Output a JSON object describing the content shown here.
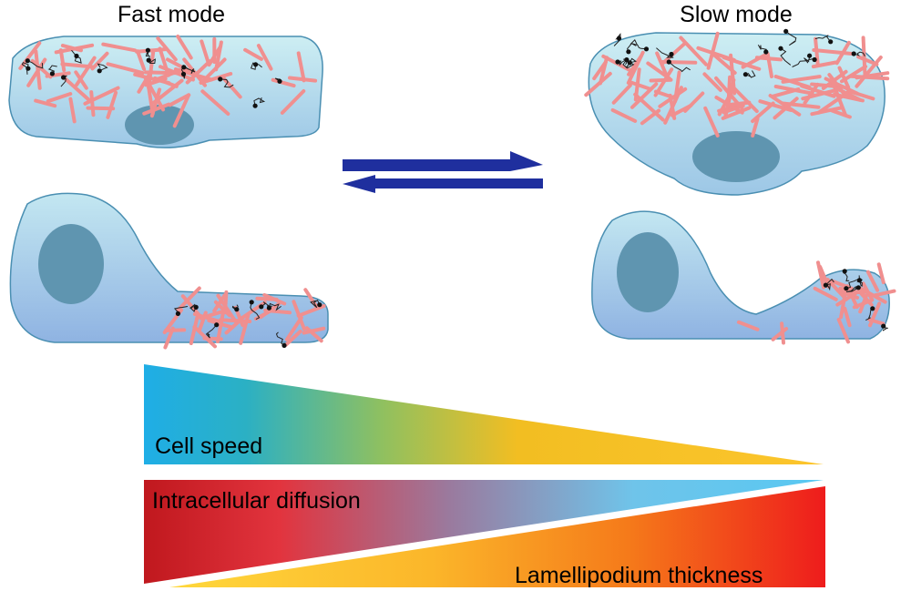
{
  "titles": {
    "fast": "Fast mode",
    "slow": "Slow mode"
  },
  "bars": {
    "speed": "Cell speed",
    "diffusion": "Intracellular diffusion",
    "thickness": "Lamellipodium thickness"
  },
  "colors": {
    "cell_fill_top": "#c8ecf2",
    "cell_fill_bottom": "#8fb8e0",
    "cell_stroke": "#4a8fb2",
    "nucleus": "#5f95b0",
    "actin": "#f08f8f",
    "arrow": "#1f2f9e",
    "speed_gradient": [
      "#1faee6",
      "#29afc0",
      "#9cc458",
      "#f6c01f",
      "#fcc229"
    ],
    "diffusion_gradient": [
      "#c0181e",
      "#e33b45",
      "#9a7da0",
      "#6ec3ea",
      "#58c8f2"
    ],
    "thickness_gradient": [
      "#ffd23a",
      "#fbb82a",
      "#f7841a",
      "#ee2a1f",
      "#ee1c1c"
    ]
  }
}
